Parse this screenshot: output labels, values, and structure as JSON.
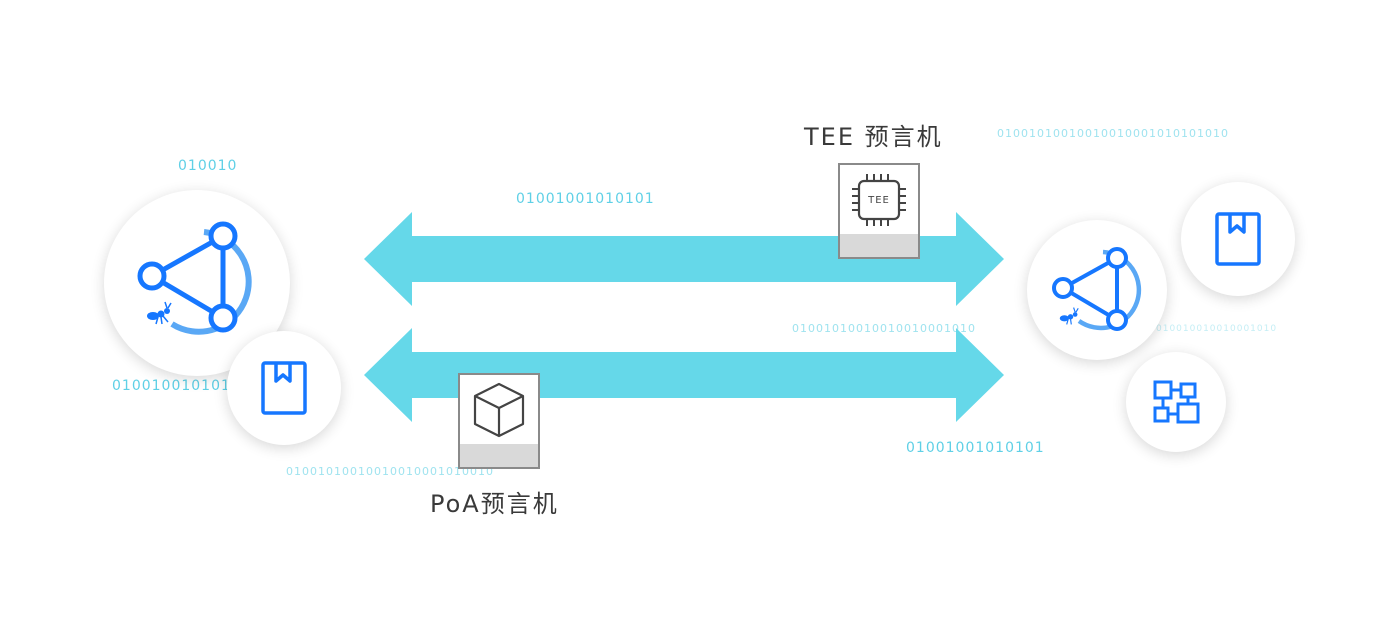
{
  "labels": {
    "tee_oracle": "TEE 预言机",
    "poa_oracle": "PoA预言机",
    "tee_chip_text": "TEE"
  },
  "binary_strings": {
    "left_top": "010010",
    "left_mid": "010010010101",
    "left_bottom": "01001010010010010001010010",
    "center_top": "01001001010101",
    "center_right_mid": "01001010010010010001010",
    "center_right_small": "010010",
    "center_right_bottom": "01001001010101",
    "right_top": "01001010010010010001010101010",
    "right_mid": "010010010010001010"
  },
  "colors": {
    "arrow": "#65d8e9",
    "icon_blue": "#1677ff",
    "icon_light_blue": "#5aa8f5",
    "binary_text": "#5fd0e6",
    "label_text": "#3a3a3a"
  },
  "icons": [
    "blockchain-network-icon",
    "ledger-book-icon",
    "tee-chip-icon",
    "cube-icon",
    "modules-icon",
    "ant-logo-icon"
  ]
}
